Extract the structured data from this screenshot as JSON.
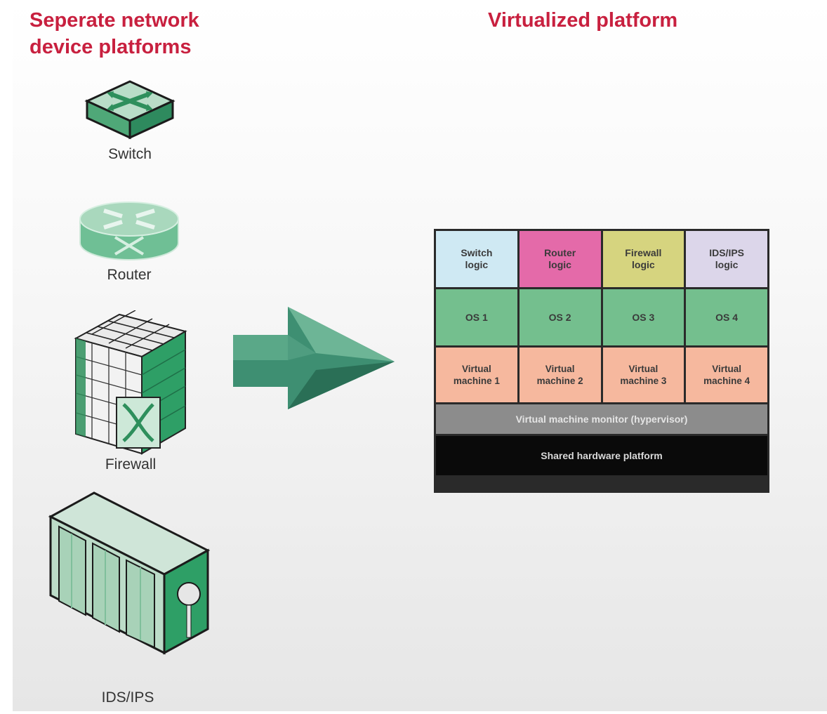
{
  "headings": {
    "left": "Seperate network device platforms",
    "right": "Virtualized platform"
  },
  "devices": {
    "switch": "Switch",
    "router": "Router",
    "firewall": "Firewall",
    "ids_ips": "IDS/IPS"
  },
  "stack": {
    "logic": [
      "Switch\nlogic",
      "Router\nlogic",
      "Firewall\nlogic",
      "IDS/IPS\nlogic"
    ],
    "os": [
      "OS 1",
      "OS 2",
      "OS 3",
      "OS 4"
    ],
    "vms": [
      "Virtual\nmachine 1",
      "Virtual\nmachine 2",
      "Virtual\nmachine 3",
      "Virtual\nmachine 4"
    ],
    "hypervisor": "Virtual machine monitor (hypervisor)",
    "hardware": "Shared hardware platform"
  },
  "colors": {
    "heading": "#c8203f",
    "device_green": "#2e9f66",
    "arrow": "#3e8f72",
    "logic": [
      "#cfe9f3",
      "#e46aa9",
      "#d6d47f",
      "#dcd6ea"
    ],
    "os": "#74bf8e",
    "vm": "#f6b89e",
    "hypervisor": "#8c8c8c",
    "hardware": "#0a0a0a"
  },
  "icons": [
    "switch-icon",
    "router-icon",
    "firewall-icon",
    "ids-ips-icon",
    "right-arrow-icon"
  ]
}
